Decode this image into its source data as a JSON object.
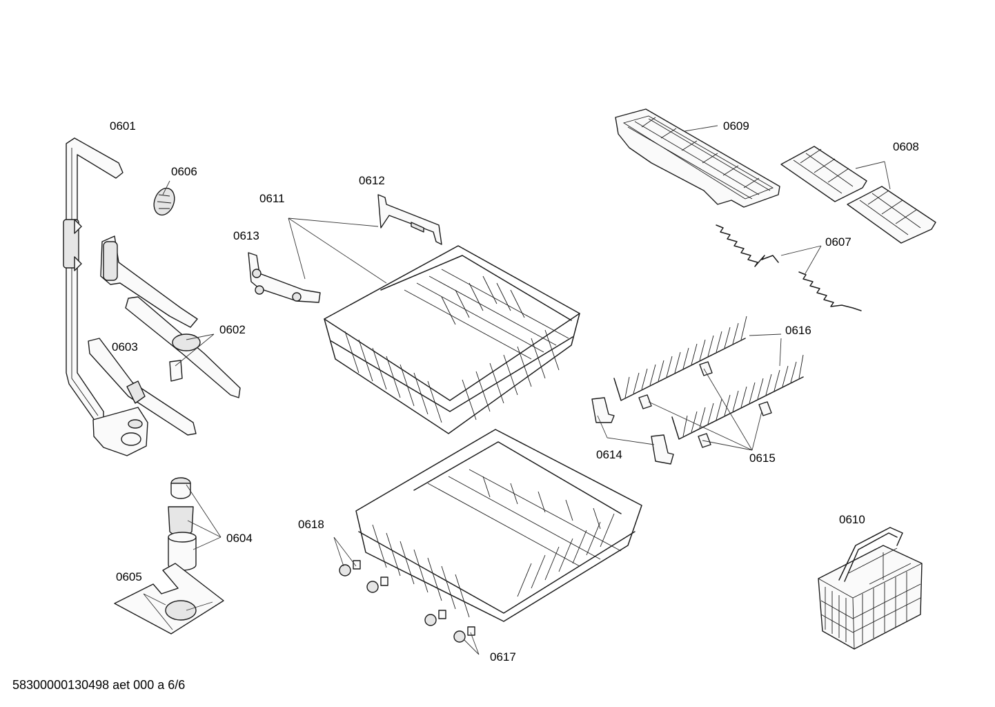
{
  "labels": {
    "p0601": "0601",
    "p0602": "0602",
    "p0603": "0603",
    "p0604": "0604",
    "p0605": "0605",
    "p0606": "0606",
    "p0607": "0607",
    "p0608": "0608",
    "p0609": "0609",
    "p0610": "0610",
    "p0611": "0611",
    "p0612": "0612",
    "p0613": "0613",
    "p0614": "0614",
    "p0615": "0615",
    "p0616": "0616",
    "p0617": "0617",
    "p0618": "0618"
  },
  "footer": {
    "drawing_code": "58300000130498 aet 000 a 6/6"
  }
}
